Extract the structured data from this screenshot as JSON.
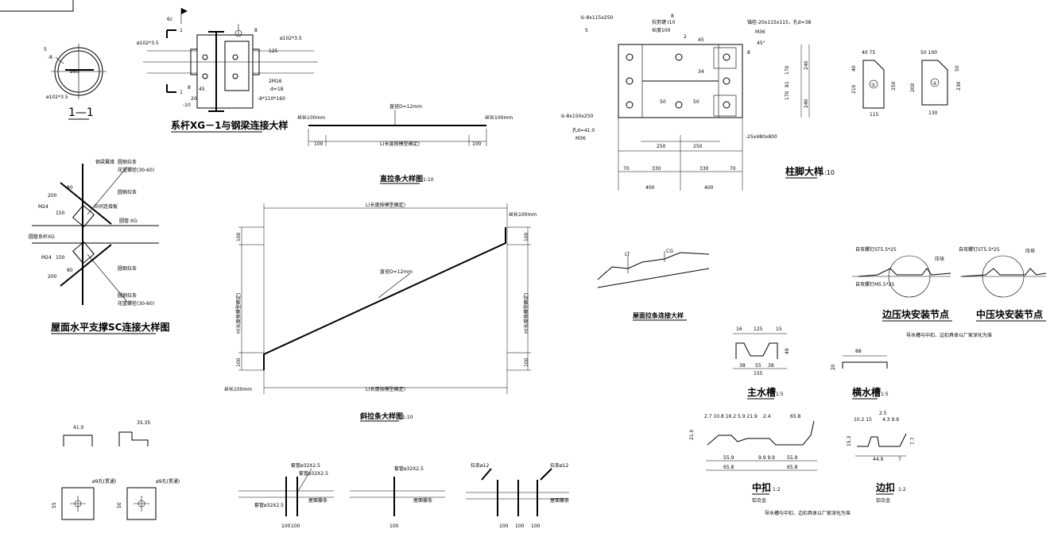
{
  "page": {
    "background": "#ffffff",
    "line_color": "#000000"
  },
  "sections": {
    "tube_section": {
      "title": "1—1",
      "lbl_top": "ø102*3.5",
      "lbl_ring": "5",
      "lbl_m8": "-8",
      "lbl_d60": "ø60",
      "lbl_bot": "ø102*3.5"
    },
    "xg1": {
      "title": "系杆XG－1与钢梁连接大样",
      "tube_l": "ø102*3.5",
      "tube_r": "ø102*3.5",
      "tag_6c": "6c",
      "tag_8": "8",
      "sec_1a": "1",
      "sec_1b": "1",
      "bolt": "2M16",
      "d": "d=18",
      "plate": "-8*110*160",
      "m10": "-10",
      "d45": "45",
      "d20": "20",
      "d125": "125",
      "d8": "8"
    },
    "straight_tie": {
      "title": "直拉条大样图",
      "scale": "1:10",
      "lbl_left": "丝长100mm",
      "lbl_right": "丝长100mm",
      "lbl_bar": "直径D=12mm",
      "len": "L(长度按模型确定)",
      "d100a": "100",
      "d100b": "100"
    },
    "diag_tie": {
      "title": "斜拉条大样图",
      "scale": "1:10",
      "lbl_top": "丝长100mm",
      "lbl_bot": "丝长100mm",
      "lbl_bar": "直径D=12mm",
      "len_top": "L(长度按模型确定)",
      "len_bot": "L(长度按模型确定)",
      "h_left": "H(长度按模型确定)",
      "h_right": "H(长度按模型确定)",
      "d100a": "100",
      "d100b": "100",
      "d100c": "100",
      "d100d": "100"
    },
    "brace": {
      "title": "屋面水平支撑SC连接大样图",
      "m24a": "M24",
      "m24b": "M24",
      "xg_l": "圆管系杆XG",
      "xg_r": "圆管:XG",
      "d200a": "200",
      "d200b": "200",
      "d150a": "150",
      "d150b": "150",
      "d80a": "80",
      "d80b": "80",
      "lab1": "钢梁翼缘",
      "lab2": "圆钢拉条",
      "lab3": "花篮螺栓(30-60)",
      "lab4": "圆钢拉条",
      "lab5": "花篮螺栓(30-60)",
      "lab6": "圆钢拉条",
      "lab7": "中间连接板",
      "lab8": "圆钢拉条"
    },
    "column_base": {
      "title": "柱脚大样",
      "scale": "1:10",
      "pl1": "①-8x115x250",
      "pl2": "②-8x150x250",
      "anchor": "锚栓-20x115x115，孔d=38",
      "m36": "M36",
      "m36b": "M36",
      "hole": "孔d=41.0",
      "base": "-25x480x800",
      "stiff": "抗剪键 I10",
      "stiffl": "长度100",
      "d70a": "70",
      "d70b": "70",
      "d330a": "330",
      "d330b": "330",
      "d400a": "400",
      "d400b": "400",
      "d250a": "250",
      "d250b": "250",
      "d240a": "240",
      "d240b": "240",
      "d170a": "170",
      "d170b": "170",
      "d81": "81",
      "d50a": "50",
      "d50b": "50",
      "d34": "34",
      "d45": "45",
      "d2": "2",
      "d5": "5",
      "d8": "8",
      "d6": "8",
      "d45b": "45°"
    },
    "small_plates": {
      "p1_w": "40 75",
      "p1_h": "210",
      "p1_h2": "250",
      "p1_b": "115",
      "p1_no": "①",
      "p1_40": "40",
      "p2_w": "50 100",
      "p2_h": "200",
      "p2_h2": "230",
      "p2_b": "130",
      "p2_no": "②",
      "p2_50": "50"
    },
    "roof_tie": {
      "title": "屋面拉条连接大样",
      "lt": "LT",
      "cg": "CG"
    },
    "press_nodes": {
      "t1": "边压块安装节点",
      "t2": "中压块安装节点",
      "note": "导水槽与中扣、边扣具体以厂家深化为准",
      "a1": "自攻螺钉ST5.5*25",
      "a2": "压块",
      "a3": "自攻螺钉M5.5*25",
      "a4": "自攻螺钉ST5.5*25",
      "a5": "压块"
    },
    "main_gutter": {
      "title": "主水槽",
      "scale": "1:5",
      "d16": "16",
      "d125": "125",
      "d15": "15",
      "d49": "49",
      "d38": "38",
      "d55": "55",
      "d38b": "38",
      "d155": "155"
    },
    "cross_gutter": {
      "title": "横水槽",
      "scale": "1:5",
      "d88": "88",
      "d20": "20"
    },
    "mid_clip": {
      "title": "中扣",
      "scale": "1:2",
      "sub": "铝合金",
      "dims": "2.7 10.8 16.2 5.9 21.9",
      "d24": "2.4",
      "d658": "65.8",
      "d559a": "55.9",
      "d559b": "55.9",
      "d658b": "65.8",
      "d658c": "65.8",
      "d210": "21.0",
      "d99": "9.9 9.9"
    },
    "edge_clip": {
      "title": "边扣",
      "scale": "1:2",
      "sub": "铝合金",
      "dims": "10.2 15",
      "d25": "2.5",
      "d43": "4.3 9.9",
      "d449": "44.9",
      "d7": "7",
      "d77": "7.7",
      "d153": "15.3"
    },
    "bottom_left": {
      "lbl1": "ø9孔(贯通)",
      "lbl2": "ø9孔(贯通)",
      "d410": "41.0",
      "d3535": "35.35",
      "d55": "55",
      "d50": "50"
    },
    "bottom_details": {
      "a1": "套管ø32X2.5",
      "a2": "套管ø32X2.5",
      "a3": "套管ø32X2.5",
      "a4": "屋面檩条",
      "a5": "套管ø32X2.5",
      "a6": "屋面檩条",
      "a7": "拉条ø12",
      "a8": "拉条ø12",
      "a9": "屋面檩条",
      "d100a": "100",
      "d100b": "100",
      "d100c": "100",
      "d100d": "100",
      "d100e": "100",
      "d100f": "100"
    }
  }
}
